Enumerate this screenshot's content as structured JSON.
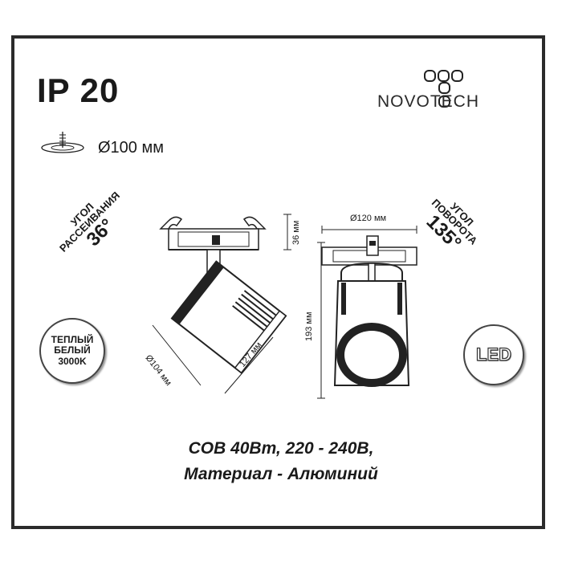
{
  "header": {
    "protection": "IP 20",
    "cutout": "Ø100 мм",
    "brand": "NOVOTECH"
  },
  "beam_angle": {
    "label_line1": "УГОЛ",
    "label_line2": "РАССЕИВАНИЯ",
    "value": "36°"
  },
  "swivel_angle": {
    "label_line1": "УГОЛ",
    "label_line2": "ПОВОРОТА",
    "value": "135°"
  },
  "color_temp_badge": {
    "line1": "ТЕПЛЫЙ",
    "line2": "БЕЛЫЙ",
    "line3": "3000K"
  },
  "led_badge": "LED",
  "dimensions": {
    "front_diameter": "Ø104 мм",
    "side_length": "127 мм",
    "mount_height": "36 мм",
    "top_width": "Ø120 мм",
    "total_height": "193 мм"
  },
  "specs": {
    "line1": "COB 40Вт, 220 - 240В,",
    "line2": "Материал - Алюминий"
  }
}
